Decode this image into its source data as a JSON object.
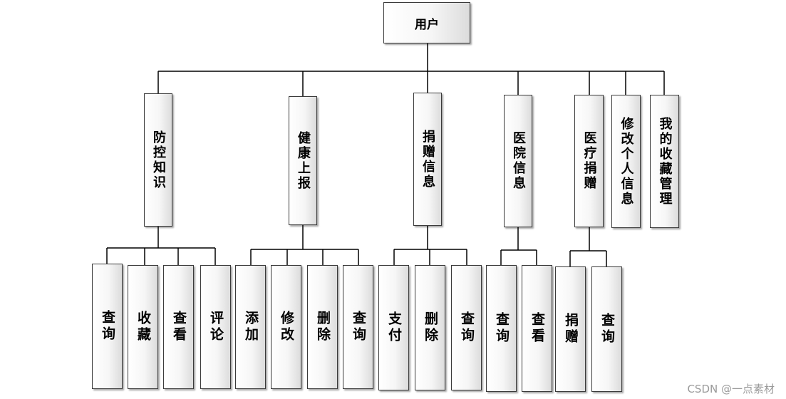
{
  "root": "用户",
  "modules": [
    {
      "label": "防控知识",
      "children": [
        "查询",
        "收藏",
        "查看",
        "评论"
      ]
    },
    {
      "label": "健康上报",
      "children": [
        "添加",
        "修改",
        "删除",
        "查询"
      ]
    },
    {
      "label": "捐赠信息",
      "children": [
        "支付",
        "删除",
        "查询"
      ]
    },
    {
      "label": "医院信息",
      "children": [
        "查询",
        "查看"
      ]
    },
    {
      "label": "医疗捐赠",
      "children": [
        "捐赠",
        "查询"
      ]
    },
    {
      "label": "修改个人信息",
      "children": []
    },
    {
      "label": "我的收藏管理",
      "children": []
    }
  ],
  "watermark": "CSDN @一点素材"
}
